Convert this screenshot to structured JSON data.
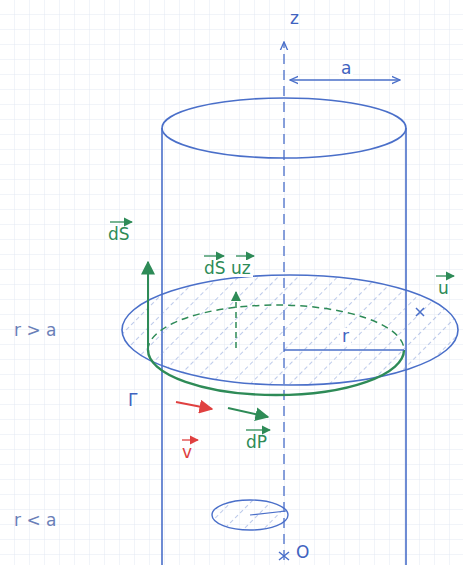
{
  "diagram": {
    "labels": [
      "z",
      "a",
      "dS",
      "dS uz",
      "r",
      "u",
      "r > a",
      "Γ",
      "v",
      "dP",
      "r < a",
      "O"
    ]
  }
}
